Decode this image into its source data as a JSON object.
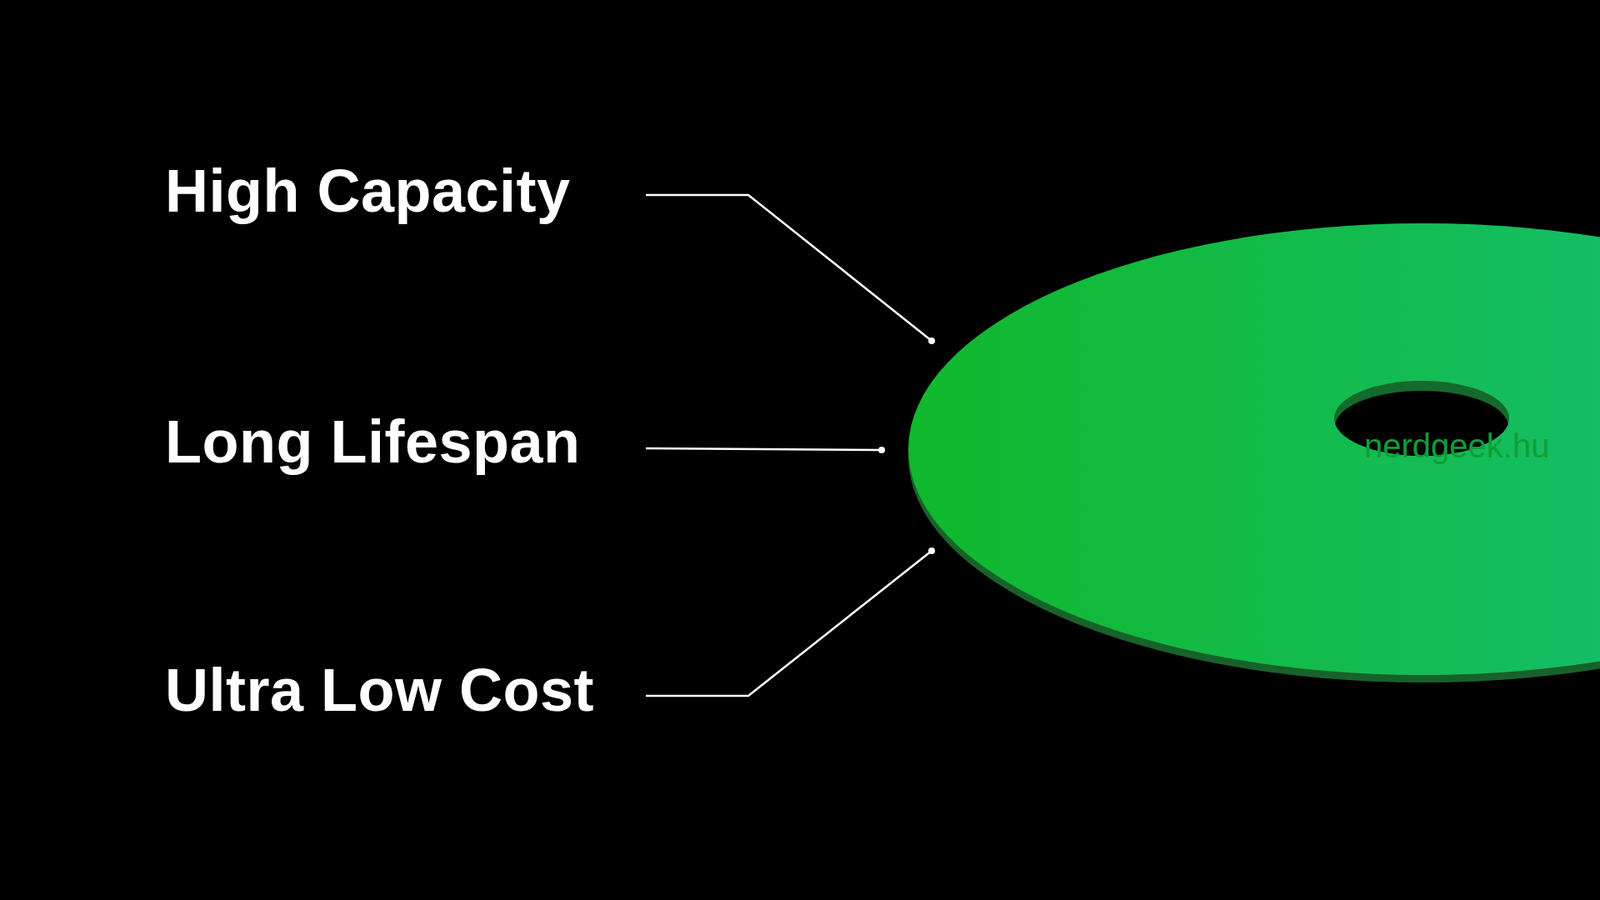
{
  "diagram": {
    "labels": [
      "High Capacity",
      "Long Lifespan",
      "Ultra Low Cost",
      "nerdgeek.hu"
    ]
  }
}
